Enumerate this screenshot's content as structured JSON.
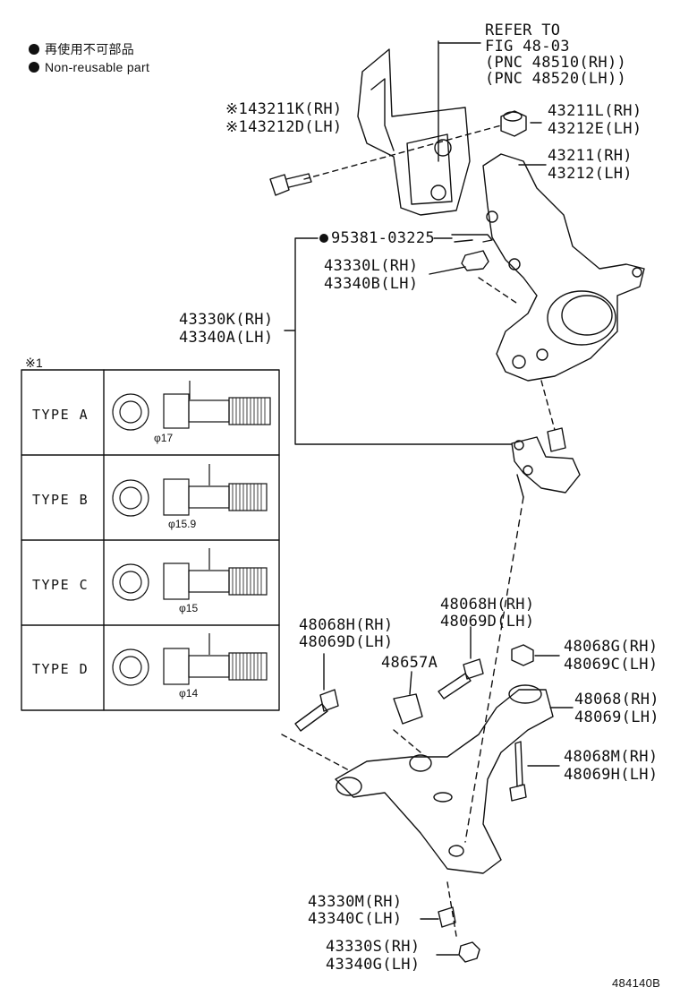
{
  "legend": {
    "line1": "再使用不可部品",
    "line2": "Non-reusable part"
  },
  "refer": {
    "line1": "REFER TO",
    "line2": "FIG 48-03",
    "line3": "(PNC 48510(RH))",
    "line4": "(PNC 48520(LH))"
  },
  "parts": {
    "p43211K": "※143211K(RH)",
    "p43212D": "※143212D(LH)",
    "p43211L": "43211L(RH)",
    "p43212E": "43212E(LH)",
    "p43211": "43211(RH)",
    "p43212": "43212(LH)",
    "p95381": "95381-03225",
    "p43330L": "43330L(RH)",
    "p43340B": "43340B(LH)",
    "p43330K": "43330K(RH)",
    "p43340A": "43340A(LH)",
    "p48068H_b": "48068H(RH)",
    "p48069D_b": "48069D(LH)",
    "p48068H_a": "48068H(RH)",
    "p48069D_a": "48069D(LH)",
    "p48657A": "48657A",
    "p48068G": "48068G(RH)",
    "p48069C": "48069C(LH)",
    "p48068": "48068(RH)",
    "p48069": "48069(LH)",
    "p48068M": "48068M(RH)",
    "p48069H": "48069H(LH)",
    "p43330M": "43330M(RH)",
    "p43340C": "43340C(LH)",
    "p43330S": "43330S(RH)",
    "p43340G": "43340G(LH)"
  },
  "types": {
    "note": "※1",
    "rows": [
      {
        "label": "TYPE  A",
        "dia": "φ17"
      },
      {
        "label": "TYPE  B",
        "dia": "φ15.9"
      },
      {
        "label": "TYPE  C",
        "dia": "φ15"
      },
      {
        "label": "TYPE  D",
        "dia": "φ14"
      }
    ]
  },
  "figure_code": "484140B"
}
